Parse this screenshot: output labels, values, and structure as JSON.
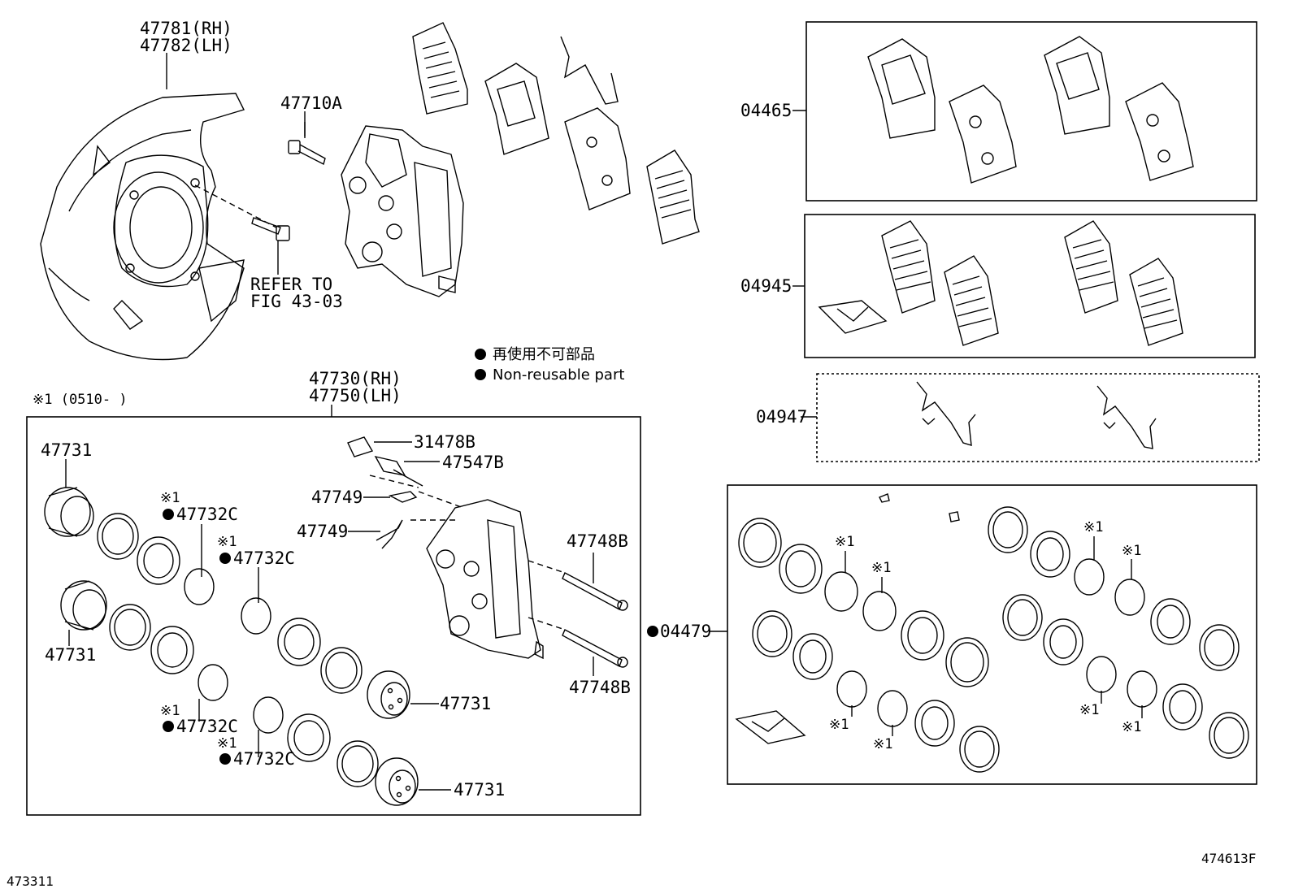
{
  "labels": {
    "shield_rh": "47781(RH)",
    "shield_lh": "47782(LH)",
    "bolt": "47710A",
    "refer_1": "REFER TO",
    "refer_2": "FIG 43-03",
    "caliper_rh": "47730(RH)",
    "caliper_lh": "47750(LH)",
    "note_ref": "※1 (0510-   )",
    "piston": "47731",
    "seal": "47732C",
    "cap": "31478B",
    "bleeder": "47547B",
    "clip": "47749",
    "pin": "47748B",
    "mark": "※1",
    "kit_pads": "04465",
    "kit_shims": "04945",
    "kit_springs": "04947",
    "kit_seals": "04479"
  },
  "legend": {
    "jp": "再使用不可部品",
    "en": "Non-reusable part"
  },
  "footer": {
    "left_code": "473311",
    "right_code": "474613F"
  },
  "colors": {
    "ink": "#000000",
    "paper": "#ffffff"
  }
}
